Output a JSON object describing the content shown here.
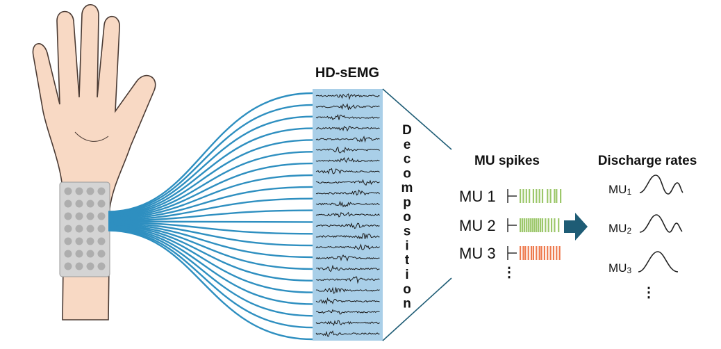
{
  "hdsemg": {
    "title": "HD-sEMG"
  },
  "decomposition": {
    "letters": [
      "D",
      "e",
      "c",
      "o",
      "m",
      "p",
      "o",
      "s",
      "i",
      "t",
      "i",
      "o",
      "n"
    ]
  },
  "spikes": {
    "title": "MU spikes",
    "units": [
      {
        "label": "MU 1",
        "color": "#9cc76a"
      },
      {
        "label": "MU 2",
        "color": "#9cc76a"
      },
      {
        "label": "MU 3",
        "color": "#ee7a4e"
      }
    ],
    "more": "⋮"
  },
  "rates": {
    "title": "Discharge rates",
    "units": [
      {
        "base": "MU",
        "sub": "1"
      },
      {
        "base": "MU",
        "sub": "2"
      },
      {
        "base": "MU",
        "sub": "3"
      }
    ],
    "more": "⋮"
  },
  "colors": {
    "skin": "#f8d9c4",
    "skin_outline": "#4a3a33",
    "electrode_pad": "#d4d4d4",
    "electrode_dot": "#aeaeae",
    "cable": "#2e8fc0",
    "signal_panel": "#a9cfe8",
    "arrow": "#1e5c75"
  },
  "icons": [
    "hand-arm-icon",
    "electrode-grid-icon",
    "cable-bundle-icon",
    "arrow-right-icon"
  ]
}
